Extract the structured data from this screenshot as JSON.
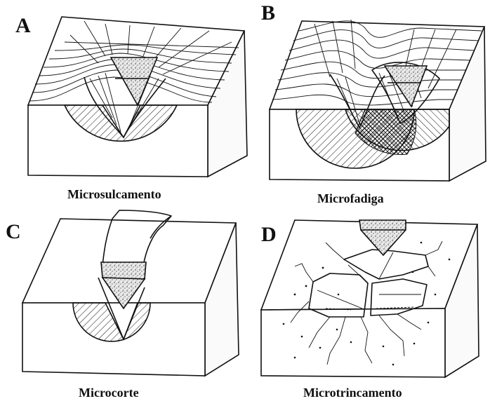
{
  "panels": [
    {
      "letter": "A",
      "caption": "Microsulcamento"
    },
    {
      "letter": "B",
      "caption": "Microfadiga"
    },
    {
      "letter": "C",
      "caption": "Microcorte"
    },
    {
      "letter": "D",
      "caption": "Microtrincamento"
    }
  ]
}
